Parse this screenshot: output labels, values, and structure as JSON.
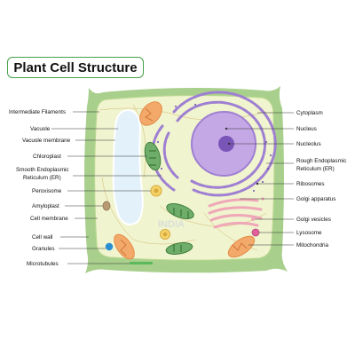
{
  "title": "Plant Cell Structure",
  "watermark": "INDIA",
  "colors": {
    "cell_wall": "#a8cf8c",
    "cytoplasm": "#f0f4cf",
    "nucleus": "#b391d9",
    "nucleolus": "#7a55b8",
    "er": "#9e7fd2",
    "mitochondria": "#f2a96a",
    "golgi": "#f0a7b7",
    "vacuole": "#e3f1fb",
    "chloroplast": "#6fae6a",
    "title_border": "#46a24a"
  },
  "labels": {
    "left": [
      "Intermediate Filaments",
      "Vacuole",
      "Vacuole membrane",
      "Chloroplast",
      "Smooth Endoplasmic",
      "Reticulum (ER)",
      "Peroxisome",
      "Amyloplast",
      "Cell membrane",
      "Cell wall",
      "Granules",
      "Microtubules"
    ],
    "right": [
      "Cytoplasm",
      "Nucleus",
      "Nucleolus",
      "Rough Endoplasmic",
      "Reticulum (ER)",
      "Ribosomes",
      "Golgi apparatus",
      "Golgi vesicles",
      "Lysosome",
      "Mitochondria"
    ]
  }
}
